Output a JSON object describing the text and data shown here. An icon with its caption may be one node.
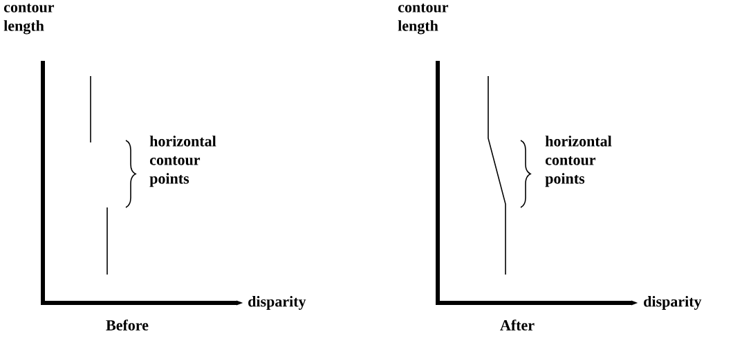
{
  "diagram": {
    "labels": [
      "contour length",
      "contour length",
      "horizontal contour points",
      "horizontal contour points",
      "disparity",
      "disparity",
      "Before",
      "After"
    ]
  }
}
